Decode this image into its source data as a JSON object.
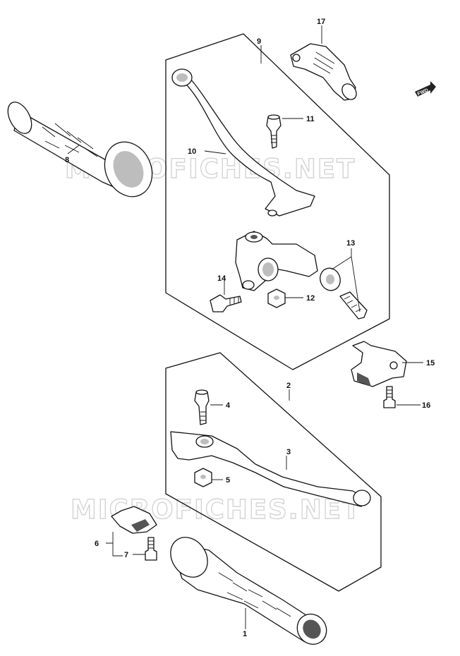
{
  "watermark": "MICROFICHES.NET",
  "direction_tag": "FWD",
  "callouts": {
    "p1": "1",
    "p2": "2",
    "p3": "3",
    "p4": "4",
    "p5": "5",
    "p6": "6",
    "p7": "7",
    "p8": "8",
    "p9": "9",
    "p10": "10",
    "p11": "11",
    "p12": "12",
    "p13": "13",
    "p14": "14",
    "p15": "15",
    "p16": "16",
    "p17": "17"
  }
}
